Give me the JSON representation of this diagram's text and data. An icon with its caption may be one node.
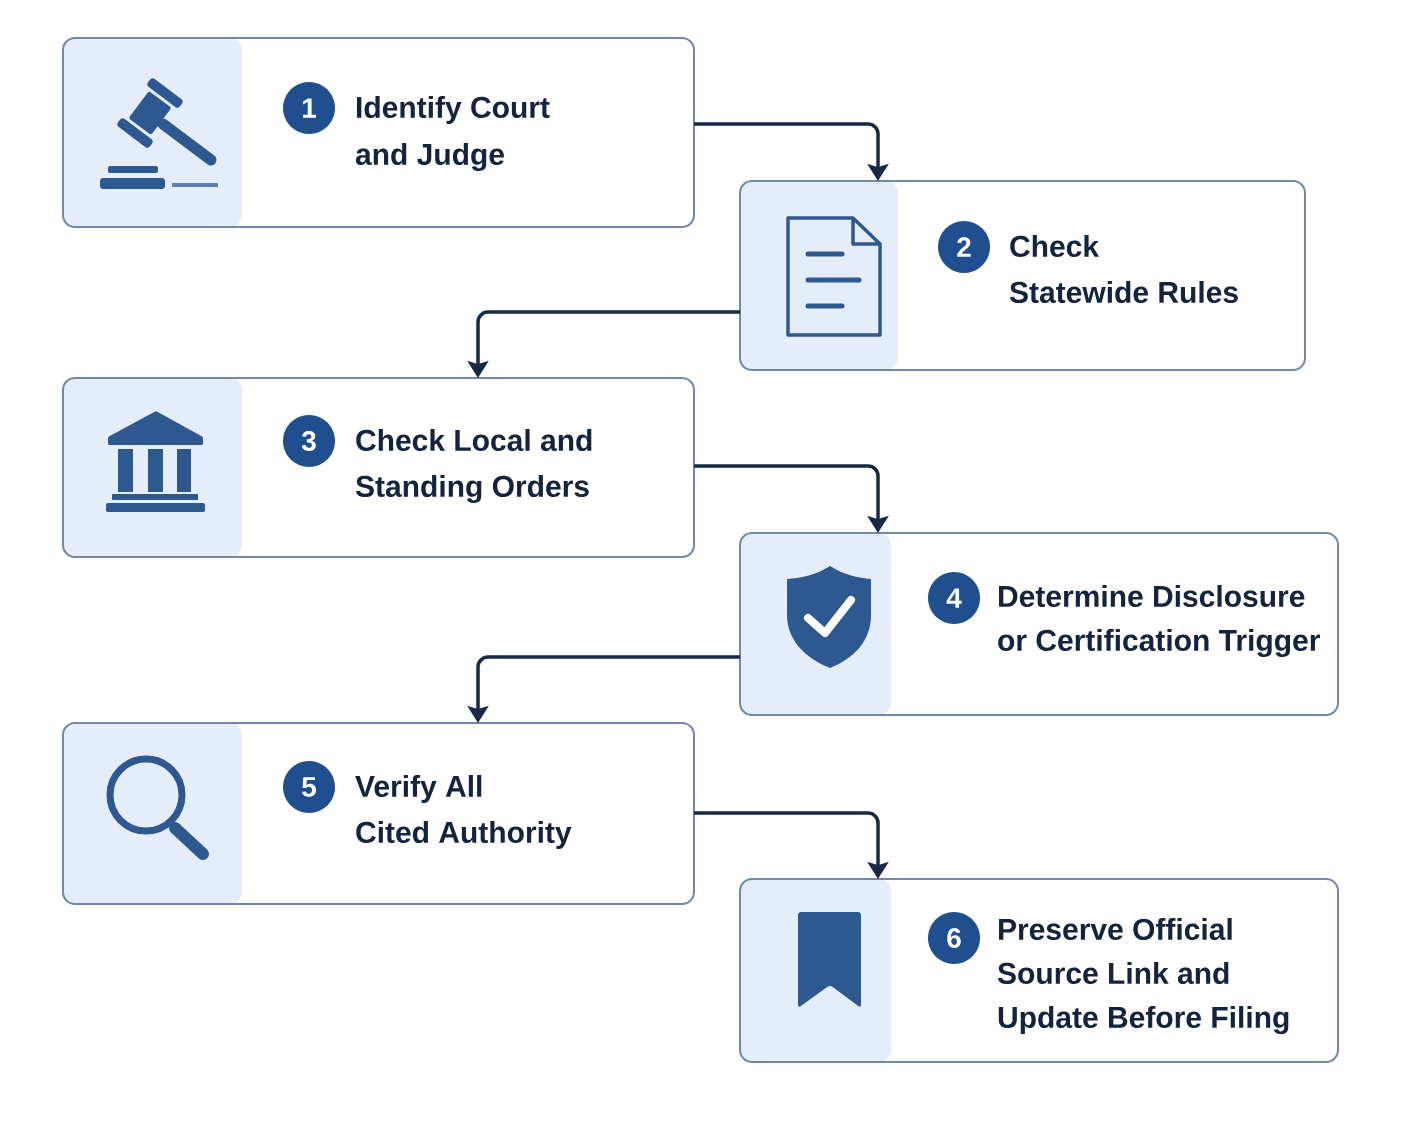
{
  "diagram": {
    "nodes": [
      {
        "text": [
          "Identify Court and Judge"
        ]
      },
      {
        "text": [
          "1"
        ],
        "in": 0
      },
      {
        "text": [
          "Check Statewide Rules"
        ]
      },
      {
        "text": [
          "2"
        ],
        "in": 2
      },
      {
        "text": [
          "Check Local and Standing Orders"
        ]
      },
      {
        "text": [
          "3"
        ],
        "in": 4
      },
      {
        "text": [
          "Determine Disclosure or Certification Trigger"
        ]
      },
      {
        "text": [
          "4"
        ],
        "in": 6
      },
      {
        "text": [
          "Verify All Cited Authority"
        ]
      },
      {
        "text": [
          "5"
        ],
        "in": 8
      },
      {
        "text": [
          "Preserve Official Source Link and Update Before Filing"
        ]
      },
      {
        "text": [
          "6"
        ],
        "in": 10
      }
    ],
    "edges": [
      {
        "from": 0,
        "to": 2,
        "arrow": "to"
      },
      {
        "from": 2,
        "to": 4,
        "arrow": "to"
      },
      {
        "from": 4,
        "to": 6,
        "arrow": "to"
      },
      {
        "from": 6,
        "to": 8,
        "arrow": "to"
      },
      {
        "from": 8,
        "to": 10,
        "arrow": "to"
      }
    ]
  }
}
